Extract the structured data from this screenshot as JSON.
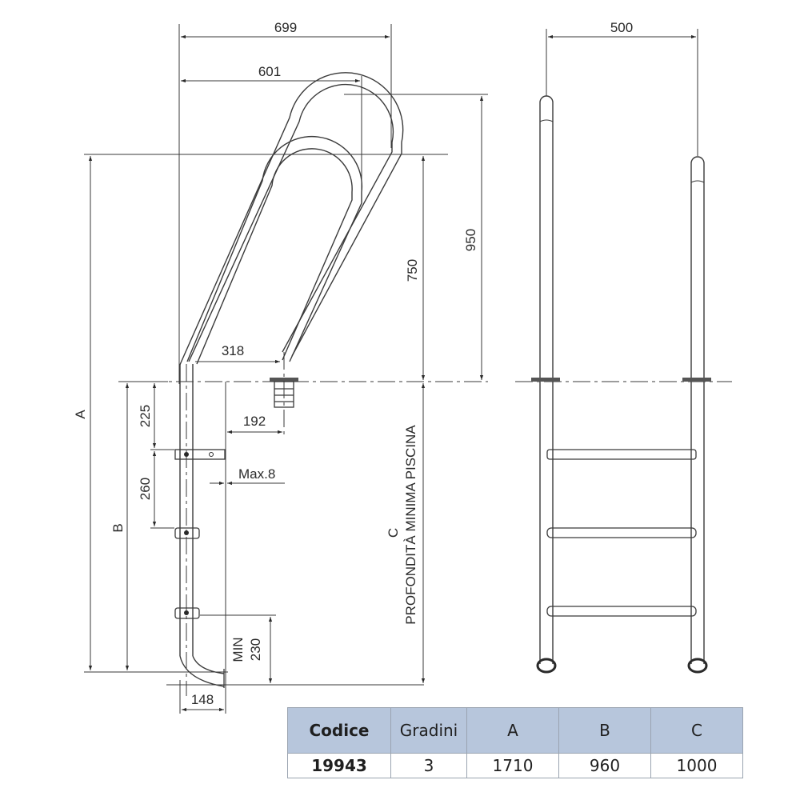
{
  "side_view": {
    "dim_total_width": "699",
    "dim_handrail_width": "601",
    "dim_handrail_spacing": "318",
    "dim_anchor_offset": "192",
    "dim_wall_gap": "Max.8",
    "dim_first_step": "225",
    "dim_step_spacing": "260",
    "dim_foot_height_min_label": "MIN",
    "dim_foot_height": "230",
    "dim_foot_width": "148",
    "dim_height_750": "750",
    "dim_height_950": "950",
    "label_A": "A",
    "label_B": "B",
    "label_C": "C",
    "label_pool_depth": "PROFONDITÀ MINIMA PISCINA"
  },
  "front_view": {
    "dim_width": "500",
    "steps": 3
  },
  "spec_table": {
    "headers": [
      "Codice",
      "Gradini",
      "A",
      "B",
      "C"
    ],
    "rows": [
      [
        "19943",
        "3",
        "1710",
        "960",
        "1000"
      ]
    ],
    "header_bg": "#b7c6dc",
    "border_color": "#9aa3b0"
  }
}
